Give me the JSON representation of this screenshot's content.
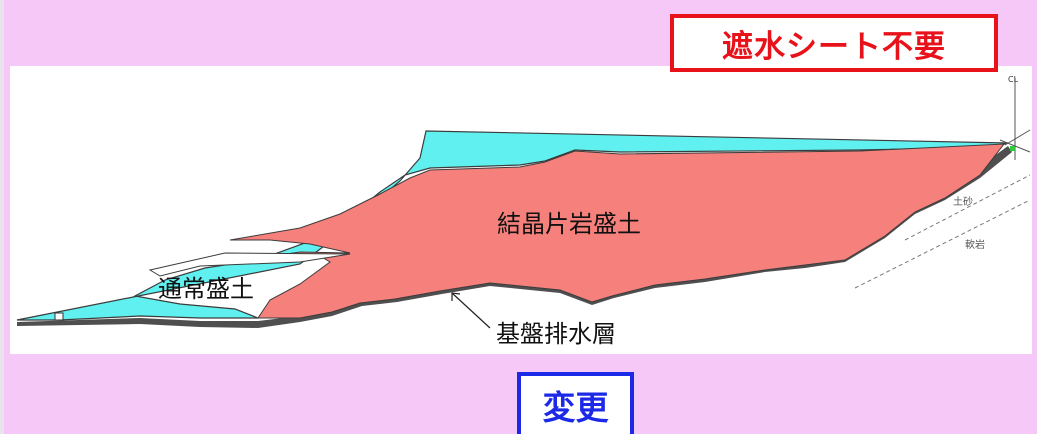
{
  "badges": {
    "top_label": "遮水シート不要",
    "bottom_label": "変更"
  },
  "diagram": {
    "crystalline_fill_label": "結晶片岩盛土",
    "normal_fill_label": "通常盛土",
    "drainage_layer_label": "基盤排水層",
    "cl_label": "CL",
    "soil_label": "土砂",
    "rock_label": "軟岩"
  },
  "colors": {
    "background": "#f6c8f8",
    "cyan_fill": "#5ff0ef",
    "salmon_fill": "#f5807c",
    "red_accent": "#e8121a",
    "blue_accent": "#1c2ae8"
  }
}
